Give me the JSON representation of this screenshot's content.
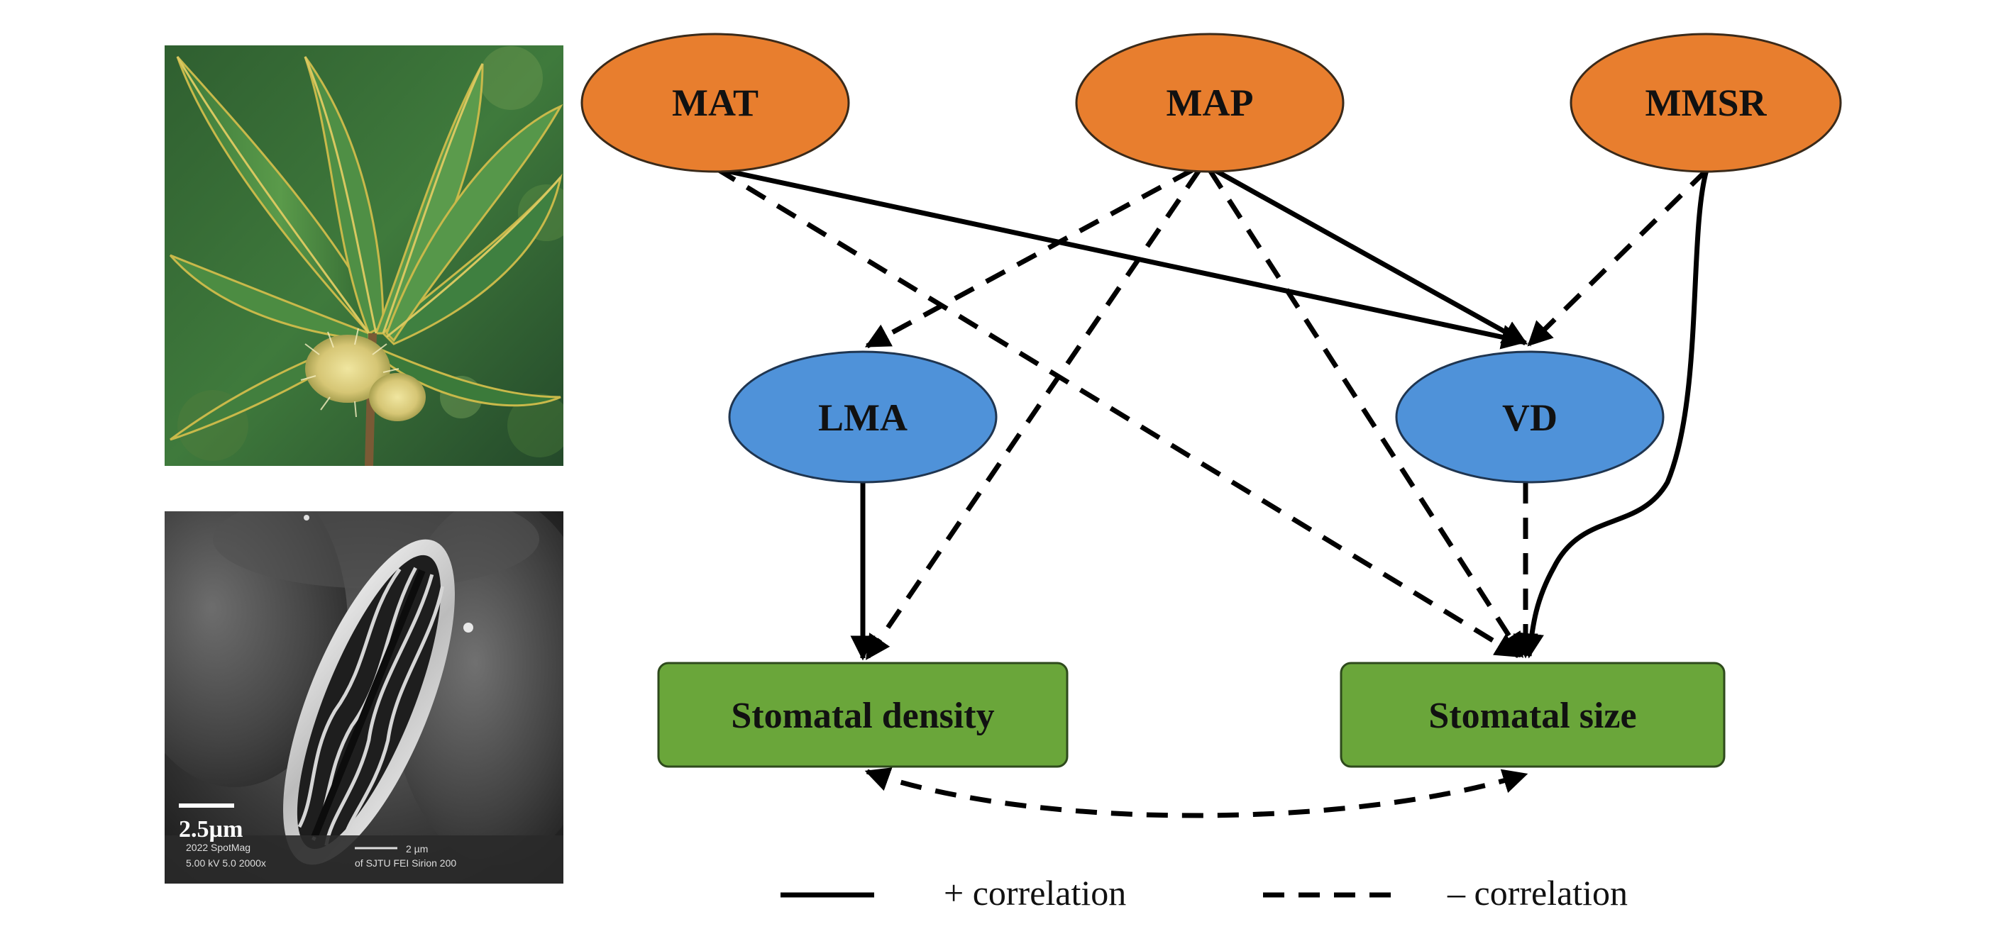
{
  "nodes": {
    "mat": {
      "label": "MAT"
    },
    "map": {
      "label": "MAP"
    },
    "mmsr": {
      "label": "MMSR"
    },
    "lma": {
      "label": "LMA"
    },
    "vd": {
      "label": "VD"
    },
    "stomatal_density": {
      "label": "Stomatal density"
    },
    "stomatal_size": {
      "label": "Stomatal size"
    }
  },
  "edges": [
    {
      "from": "MAT",
      "to": "VD",
      "type": "positive",
      "style": "solid"
    },
    {
      "from": "MAT",
      "to": "Stomatal size",
      "type": "negative",
      "style": "dashed"
    },
    {
      "from": "MAP",
      "to": "LMA",
      "type": "negative",
      "style": "dashed"
    },
    {
      "from": "MAP",
      "to": "Stomatal density",
      "type": "negative",
      "style": "dashed"
    },
    {
      "from": "MAP",
      "to": "VD",
      "type": "positive",
      "style": "solid"
    },
    {
      "from": "MAP",
      "to": "Stomatal size",
      "type": "negative",
      "style": "dashed"
    },
    {
      "from": "MMSR",
      "to": "VD",
      "type": "negative",
      "style": "dashed"
    },
    {
      "from": "MMSR",
      "to": "Stomatal size",
      "type": "positive",
      "style": "solid"
    },
    {
      "from": "LMA",
      "to": "Stomatal density",
      "type": "positive",
      "style": "solid"
    },
    {
      "from": "VD",
      "to": "Stomatal size",
      "type": "negative",
      "style": "dashed"
    },
    {
      "from": "Stomatal density",
      "to": "Stomatal size",
      "type": "negative",
      "style": "dashed",
      "bidirectional": true
    }
  ],
  "legend": {
    "positive_label": "+ correlation",
    "negative_label": "– correlation"
  },
  "sem_image": {
    "scale_label": "2.5µm",
    "info_line1": "2022 SpotMag",
    "info_line2": "5.00 kV 5.0   2000x",
    "info_line3": "2 µm",
    "info_line4": "of SJTU  FEI Sirion 200"
  },
  "colors": {
    "climate_node": "#e87e2e",
    "trait_node": "#4f92d9",
    "stomata_node": "#6aa63a",
    "line": "#000000"
  }
}
